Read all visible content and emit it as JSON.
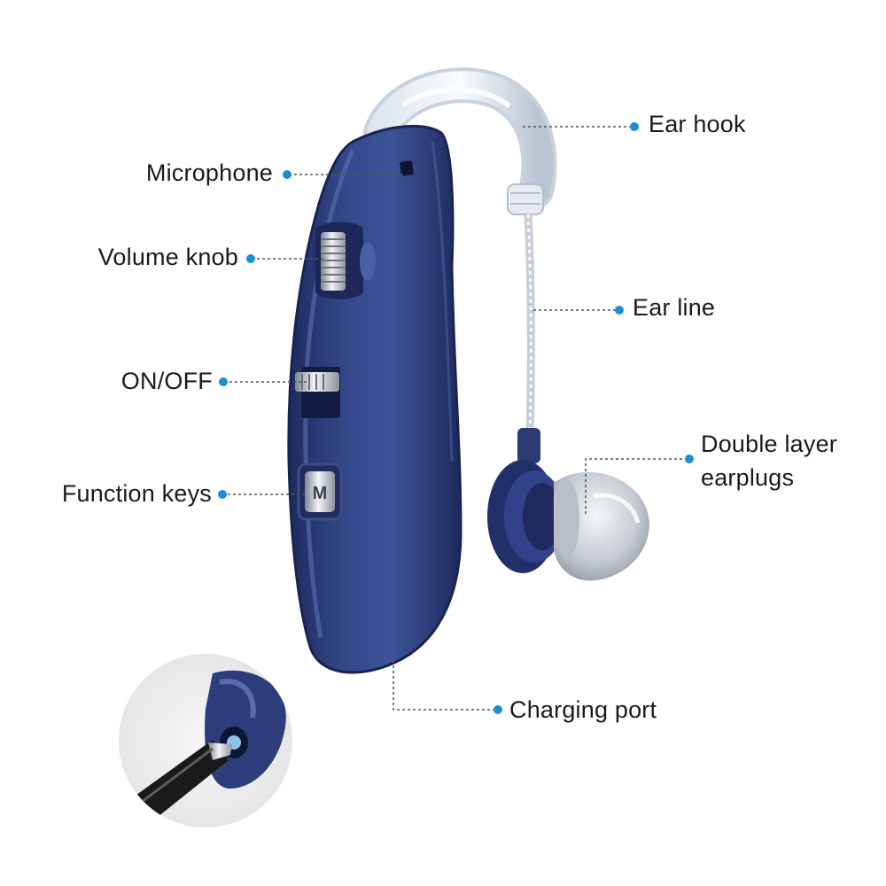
{
  "colors": {
    "accent_dot": "#1a8fd6",
    "leader_line": "#4a4a4a",
    "device_body": "#2e3f7a",
    "device_shadow": "#1c2655",
    "label_text": "#1a1a1a"
  },
  "labels": {
    "microphone": "Microphone",
    "volume_knob": "Volume knob",
    "on_off": "ON/OFF",
    "function_keys": "Function keys",
    "ear_hook": "Ear hook",
    "ear_line": "Ear line",
    "earplugs_line1": "Double layer",
    "earplugs_line2": "earplugs",
    "charging_port": "Charging port"
  },
  "device": {
    "button_glyph": "M"
  }
}
